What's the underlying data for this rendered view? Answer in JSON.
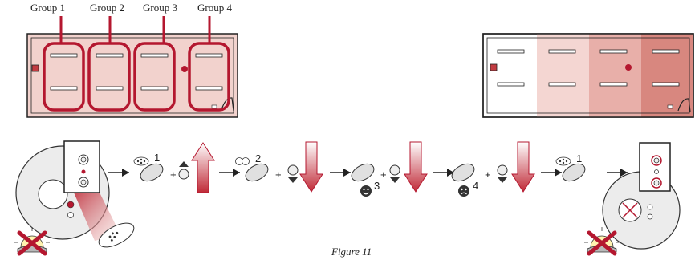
{
  "group_labels": [
    "Group 1",
    "Group 2",
    "Group 3",
    "Group 4"
  ],
  "figure_caption": "Figure 11",
  "step_superscripts": [
    "1",
    "2",
    "3",
    "4",
    "1"
  ],
  "plus_sign": "+",
  "colors": {
    "panel_fill": "#f2d2cd",
    "highlight_red": "#b4172f",
    "arrow_red": "#c02a37",
    "shade_1": "#f4d6d2",
    "shade_2": "#e8afa9",
    "shade_3": "#d8877f",
    "outline": "#222222"
  },
  "icons": [
    "remote-control-icon",
    "wave-icon",
    "arrow-up-icon",
    "arrow-down-icon",
    "smiley-happy-icon",
    "smiley-sad-icon",
    "no-sun-icon"
  ]
}
